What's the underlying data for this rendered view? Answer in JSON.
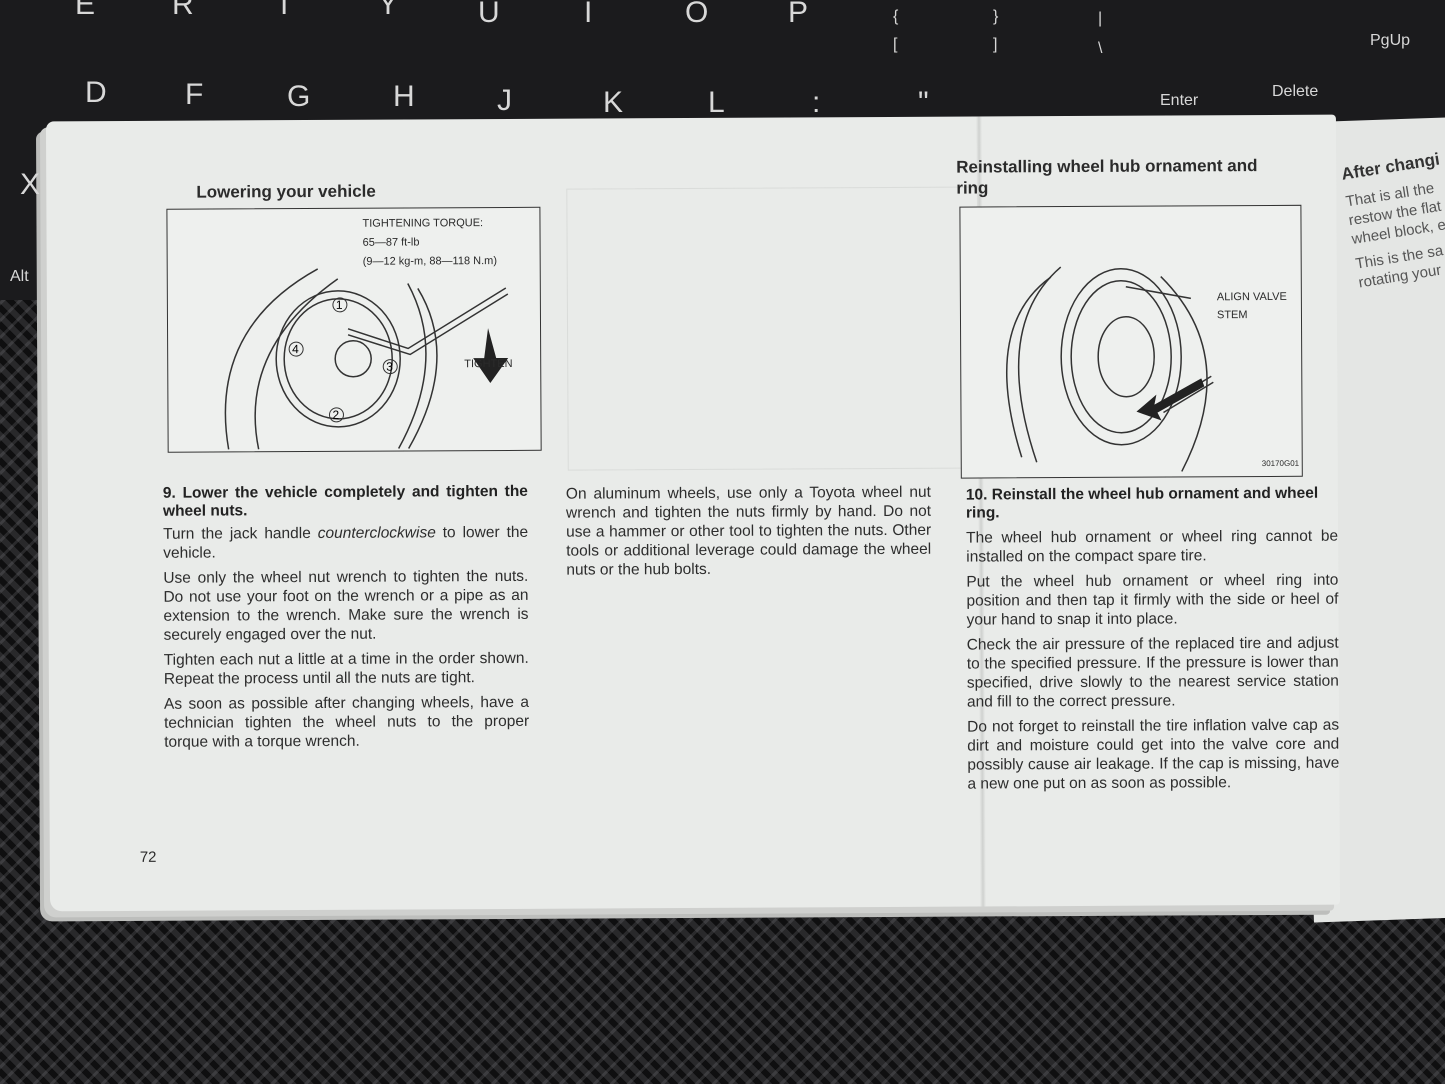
{
  "keyboard": {
    "row1": [
      "E",
      "R",
      "T",
      "Y",
      "U",
      "I",
      "O",
      "P",
      "{",
      "}",
      "[",
      "]",
      "|",
      "\\"
    ],
    "row2": [
      "D",
      "F",
      "G",
      "H",
      "J",
      "K",
      "L",
      ":",
      "\""
    ],
    "other": [
      "X",
      "Alt",
      "PgUp",
      "Delete",
      "Enter"
    ]
  },
  "left_page": {
    "heading": "Lowering your vehicle",
    "figure": {
      "torque_title": "TIGHTENING TORQUE:",
      "torque_ftlb": "65—87 ft-lb",
      "torque_metric": "(9—12 kg-m, 88—118 N.m)",
      "tighten": "TIGHTEN",
      "nut_numbers": [
        "1",
        "2",
        "3",
        "4"
      ]
    },
    "step_title": "9. Lower the vehicle completely and tighten the wheel nuts.",
    "p1_pre": "Turn the jack handle ",
    "p1_em": "counterclockwise",
    "p1_post": " to lower the vehicle.",
    "p2": "Use only the wheel nut wrench to tighten the nuts. Do not use your foot on the wrench or a pipe as an extension to the wrench. Make sure the wrench is securely engaged over the nut.",
    "p3": "Tighten each nut a little at a time in the order shown. Repeat the process until all the nuts are tight.",
    "p4": "As soon as possible after changing wheels, have a technician tighten the wheel nuts to the proper torque with a torque wrench.",
    "page_number": "72",
    "p5": "On aluminum wheels, use only a Toyota wheel nut wrench and tighten the nuts firmly by hand. Do not use a hammer or other tool to tighten the nuts. Other tools or additional leverage could damage the wheel nuts or the hub bolts."
  },
  "right_page": {
    "heading": "Reinstalling wheel hub ornament and ring",
    "figure": {
      "label": "ALIGN VALVE STEM",
      "code": "30170G01"
    },
    "step_title": "10. Reinstall the wheel hub ornament and wheel ring.",
    "p1": "The wheel hub ornament or wheel ring cannot be installed on the compact spare tire.",
    "p2": "Put the wheel hub ornament or wheel ring into position and then tap it firmly with the side or heel of your hand to snap it into place.",
    "p3": "Check the air pressure of the replaced tire and adjust to the specified pressure. If the pressure is lower than specified, drive slowly to the nearest service station and fill to the correct pressure.",
    "p4": "Do not forget to reinstall the tire inflation valve cap as dirt and moisture could get into the valve core and possibly cause air leakage. If the cap is missing, have a new one put on as soon as possible."
  },
  "next_page": {
    "heading": "After changi",
    "lines": [
      "That is all the",
      "restow the flat",
      "wheel block, e",
      "This is the sa",
      "rotating your"
    ]
  }
}
